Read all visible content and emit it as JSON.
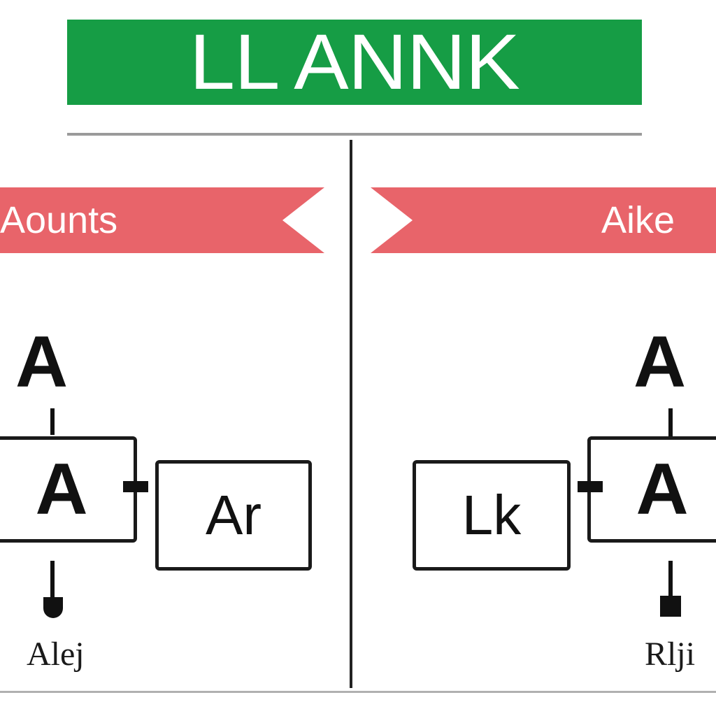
{
  "title": "LL ANNK",
  "left": {
    "ribbon_label": "Aounts",
    "top_letter": "A",
    "main_box_letter": "A",
    "side_box_text": "Ar",
    "caption": "Alej"
  },
  "right": {
    "ribbon_label": "Aike",
    "top_letter": "A",
    "main_box_letter": "A",
    "side_box_text": "Lk",
    "caption": "Rlji"
  },
  "colors": {
    "title_banner": "#169d45",
    "ribbon": "#e8646a",
    "ink": "#111111"
  }
}
